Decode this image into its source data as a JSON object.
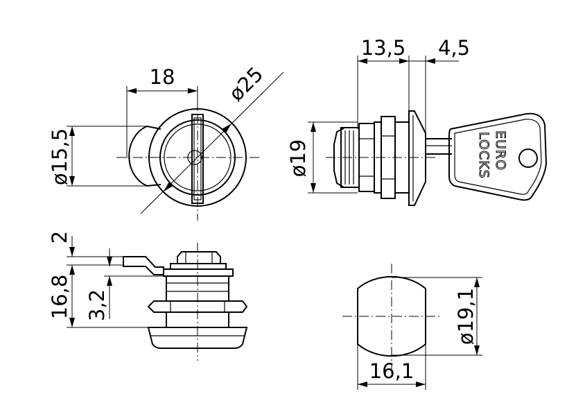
{
  "front_view": {
    "dim_width": "18",
    "dim_flange_diameter": "ø25",
    "dim_body_diameter": "ø15,5"
  },
  "side_view": {
    "dim_body_length": "13,5",
    "dim_flange_thickness": "4,5",
    "dim_thread_diameter": "ø19"
  },
  "key": {
    "brand_line_1": "EURO",
    "brand_line_2": "LOCKS"
  },
  "bottom_view": {
    "dim_cam_thickness": "2",
    "dim_total_height": "16,8",
    "dim_cam_offset": "3,2"
  },
  "cutout_view": {
    "dim_cutout_diameter": "ø19,1",
    "dim_cutout_flat": "16,1"
  }
}
